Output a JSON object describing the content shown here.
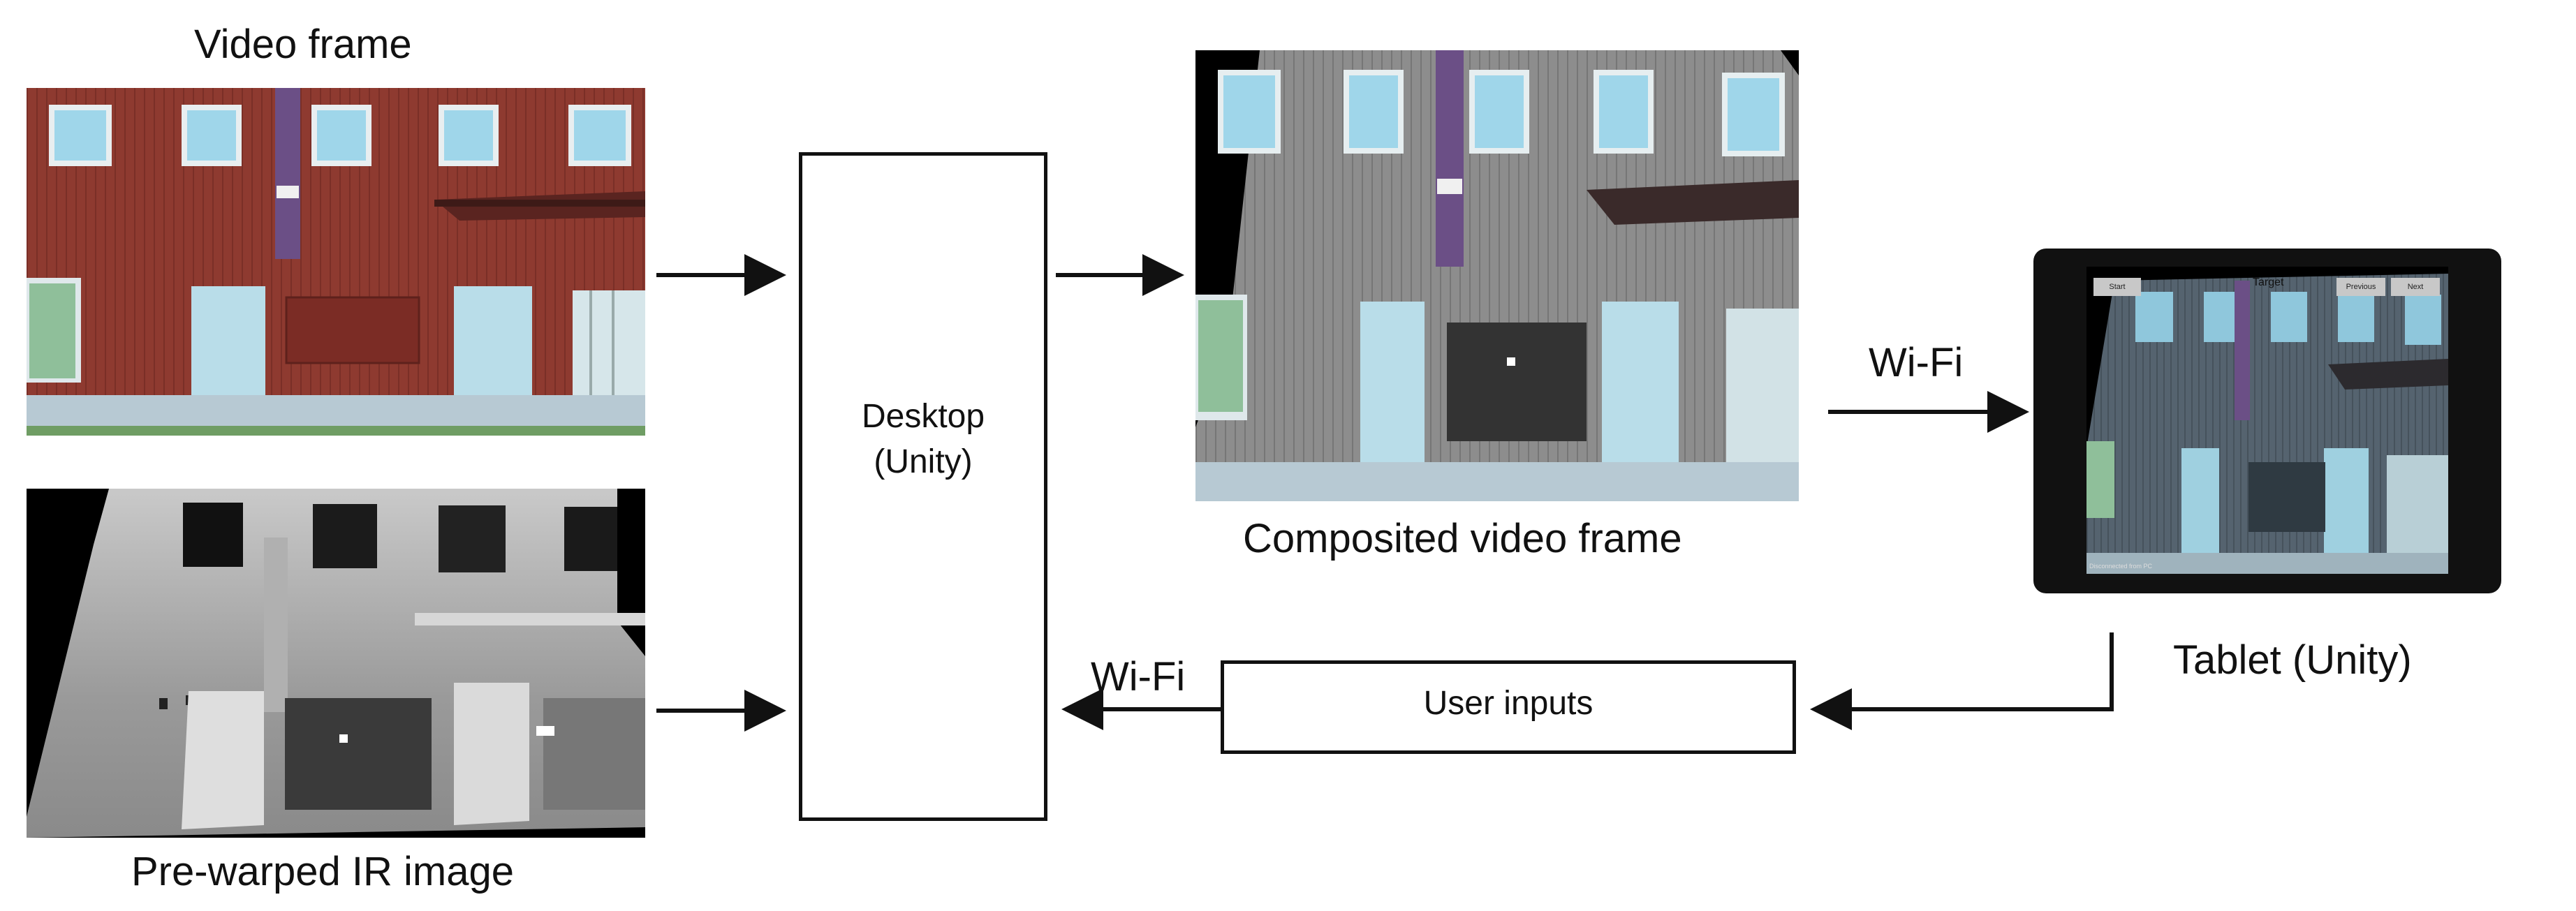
{
  "captions": {
    "video_frame": "Video frame",
    "ir_image": "Pre-warped IR image",
    "composited": "Composited video frame",
    "tablet": "Tablet (Unity)"
  },
  "desktop": {
    "label": "Desktop\n(Unity)"
  },
  "user_inputs": {
    "label": "User inputs"
  },
  "links": {
    "wifi_to_tablet": "Wi-Fi",
    "wifi_to_desktop": "Wi-Fi"
  },
  "tablet_ui": {
    "start": "Start",
    "target": "Target",
    "previous": "Previous",
    "next": "Next",
    "status": "Disconnected from PC"
  },
  "colors": {
    "brick": "#8e3a30",
    "sky_window": "#9fd6ea",
    "door": "#b9dde9",
    "line": "#111111"
  }
}
